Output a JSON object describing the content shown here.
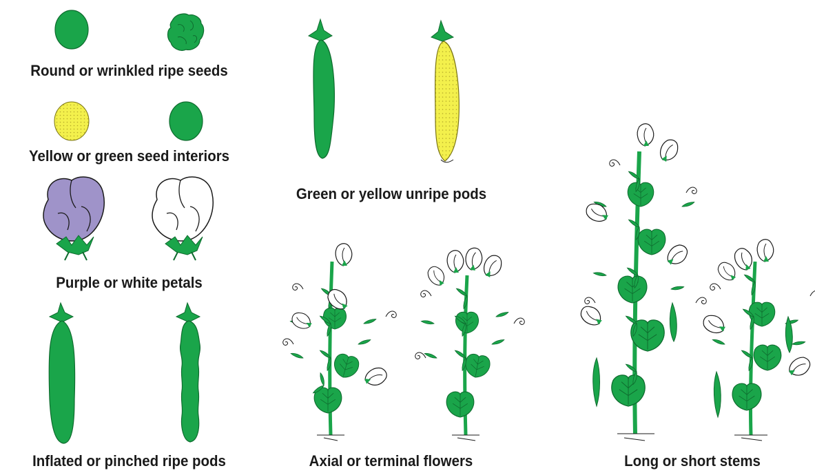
{
  "colors": {
    "green": "#1aa54a",
    "green_dark": "#0e6b2e",
    "yellow": "#f3f04c",
    "purple": "#9f93c9",
    "white": "#ffffff",
    "outline": "#1a1a1a"
  },
  "traits": [
    {
      "id": "seed_shape",
      "label": "Round or wrinkled ripe seeds",
      "icons": [
        "round-seed-icon",
        "wrinkled-seed-icon"
      ]
    },
    {
      "id": "seed_color",
      "label": "Yellow or green seed interiors",
      "icons": [
        "yellow-seed-icon",
        "green-seed-icon"
      ]
    },
    {
      "id": "petals",
      "label": "Purple or white petals",
      "icons": [
        "purple-flower-icon",
        "white-flower-icon"
      ]
    },
    {
      "id": "ripe_pods",
      "label": "Inflated or pinched ripe pods",
      "icons": [
        "inflated-pod-icon",
        "pinched-pod-icon"
      ]
    },
    {
      "id": "unripe_pods",
      "label": "Green or yellow unripe pods",
      "icons": [
        "green-pod-icon",
        "yellow-pod-icon"
      ]
    },
    {
      "id": "flowers",
      "label": "Axial or terminal flowers",
      "icons": [
        "axial-flower-plant-icon",
        "terminal-flower-plant-icon"
      ]
    },
    {
      "id": "stems",
      "label": "Long or short stems",
      "icons": [
        "long-stem-plant-icon",
        "short-stem-plant-icon"
      ]
    }
  ]
}
